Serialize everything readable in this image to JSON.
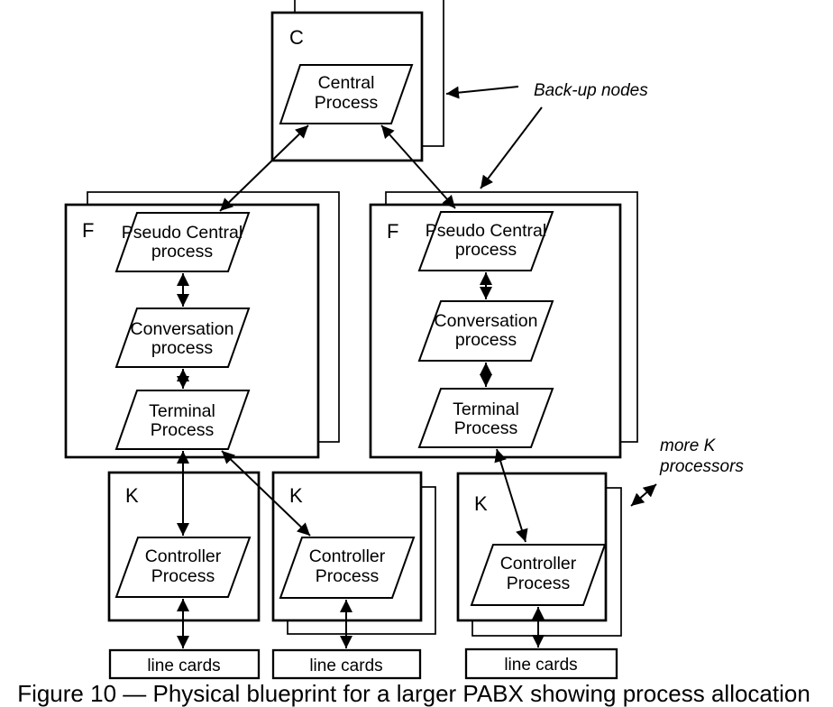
{
  "figure": {
    "caption": "Figure 10 — Physical blueprint for a larger PABX showing process allocation"
  },
  "labels": {
    "c": "C",
    "f": "F",
    "k": "K"
  },
  "processes": {
    "central": {
      "line1": "Central",
      "line2": "Process"
    },
    "pseudo_central": {
      "line1": "Pseudo Central",
      "line2": "process"
    },
    "conversation": {
      "line1": "Conversation",
      "line2": "process"
    },
    "terminal": {
      "line1": "Terminal",
      "line2": "Process"
    },
    "controller": {
      "line1": "Controller",
      "line2": "Process"
    }
  },
  "hardware": {
    "line_cards": "line cards"
  },
  "annotations": {
    "backup_nodes": "Back-up nodes",
    "more_k": {
      "line1": "more K",
      "line2": "processors"
    }
  }
}
